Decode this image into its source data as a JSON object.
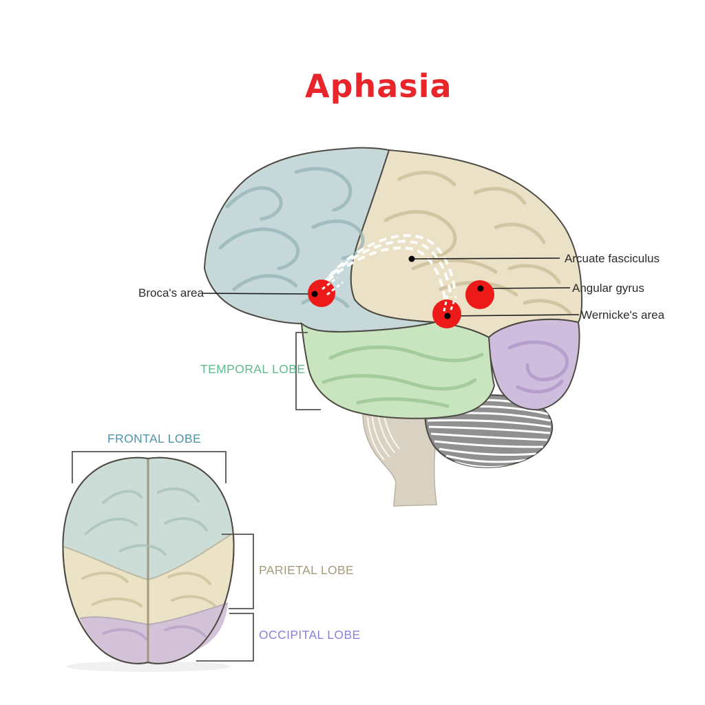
{
  "title": {
    "text": "Aphasia"
  },
  "labels": {
    "brocas_area": "Broca's area",
    "arcuate_fasciculus": "Arcuate fasciculus",
    "angular_gyrus": "Angular gyrus",
    "wernickes_area": "Wernicke's area",
    "temporal_lobe": "TEMPORAL LOBE",
    "frontal_lobe": "FRONTAL LOBE",
    "parietal_lobe": "PARIETAL LOBE",
    "occipital_lobe": "OCCIPITAL LOBE"
  },
  "colors": {
    "title_red": "#e8252a",
    "marker_red": "#ed1a1a",
    "frontal_blue": "#c6d8da",
    "parietal_tan": "#eae1c6",
    "temporal_green": "#c9e5c0",
    "occipital_purple": "#cfbddd",
    "cerebellum_gray": "#909090",
    "brainstem_beige": "#d9d1c1",
    "topview_frontal": "#ccdcd6",
    "topview_parietal": "#ece3c6",
    "topview_occipital": "#d3c2d8",
    "label_dark": "#2b2b2b",
    "temporal_label_green": "#5dbb8c",
    "frontal_label_teal": "#4f93a8",
    "parietal_label_tan": "#a49a7a",
    "occipital_label_purple": "#8b82dd",
    "pathway_white": "#ffffff"
  }
}
